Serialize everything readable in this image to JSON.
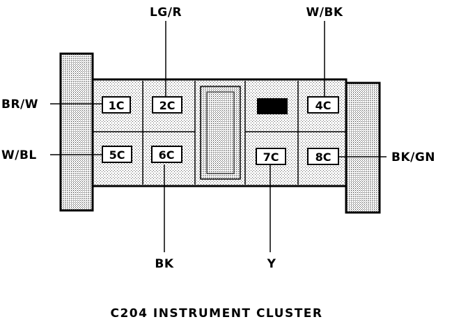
{
  "diagram": {
    "caption": "C204 INSTRUMENT CLUSTER",
    "pins": [
      {
        "id": "pin-1c",
        "label": "1C"
      },
      {
        "id": "pin-2c",
        "label": "2C"
      },
      {
        "id": "pin-4c",
        "label": "4C"
      },
      {
        "id": "pin-5c",
        "label": "5C"
      },
      {
        "id": "pin-6c",
        "label": "6C"
      },
      {
        "id": "pin-7c",
        "label": "7C"
      },
      {
        "id": "pin-8c",
        "label": "8C"
      }
    ],
    "wires": [
      {
        "id": "wire-lg-r",
        "label": "LG/R",
        "pin": "2C"
      },
      {
        "id": "wire-w-bk",
        "label": "W/BK",
        "pin": "4C"
      },
      {
        "id": "wire-br-w",
        "label": "BR/W",
        "pin": "1C"
      },
      {
        "id": "wire-w-bl",
        "label": "W/BL",
        "pin": "5C"
      },
      {
        "id": "wire-bk-gn",
        "label": "BK/GN",
        "pin": "8C"
      },
      {
        "id": "wire-bk",
        "label": "BK",
        "pin": "6C"
      },
      {
        "id": "wire-y",
        "label": "Y",
        "pin": "7C"
      }
    ]
  }
}
